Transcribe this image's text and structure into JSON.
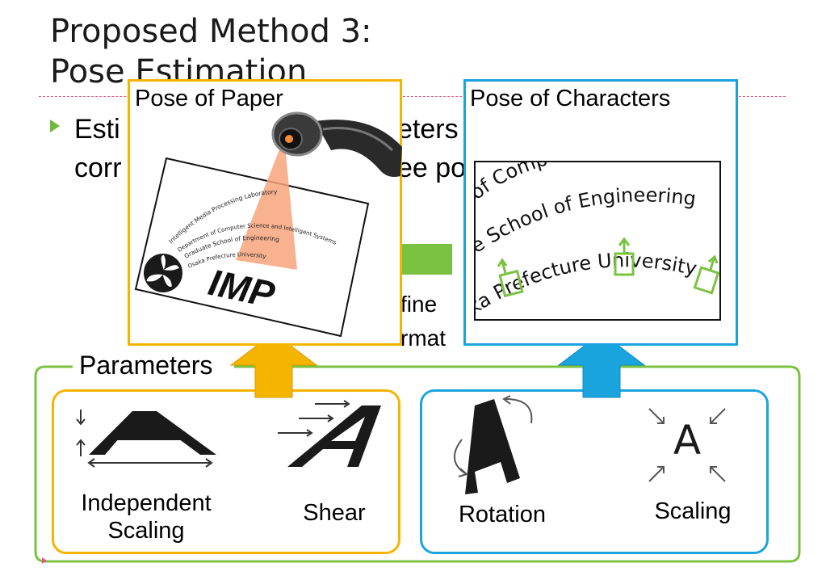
{
  "title": {
    "line1": "Proposed Method 3:",
    "line2": "Pose Estimation"
  },
  "bullet": {
    "line1_a": "Esti",
    "line1_b": "eters",
    "line2_a": "corr",
    "line2_b": "ee po"
  },
  "hidden_fragments": {
    "fine": "fine",
    "rmat": "rmat"
  },
  "pose_of_paper": {
    "label": "Pose of Paper",
    "paper_lines": [
      "Intelligent Media Processing Laboratory",
      "Department of Computer Science and Intelligent Systems",
      "Graduate School of Engineering",
      "Osaka Prefecture University"
    ],
    "logo_text": "IMP"
  },
  "pose_of_characters": {
    "label": "Pose of Characters",
    "line1": "of Comp",
    "line2": "e School of Engineering",
    "line3": "ka Prefecture University"
  },
  "parameters": {
    "label": "Parameters",
    "items": [
      {
        "line1": "Independent",
        "line2": "Scaling"
      },
      {
        "line1": "Shear"
      },
      {
        "line1": "Rotation"
      },
      {
        "line1": "Scaling"
      }
    ],
    "glyph": "A"
  },
  "colors": {
    "yellow": "#f5b400",
    "blue": "#1aa4de",
    "green": "#7cc242",
    "pink": "#e0568a",
    "bullet_green": "#6dbb3a",
    "cone": "#f7a47b"
  },
  "icons": {
    "bullet": "triangle-bullet-icon",
    "camera": "webcam-icon",
    "logo": "butterfly-logo-icon"
  }
}
